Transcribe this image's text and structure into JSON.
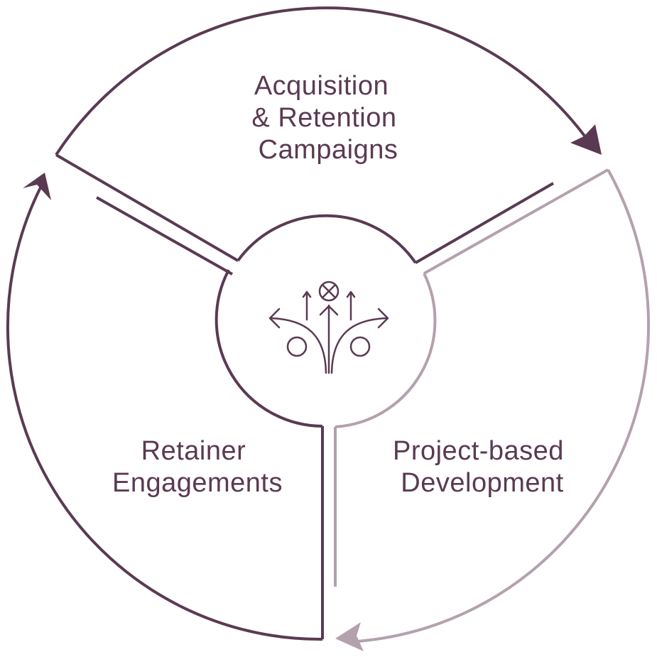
{
  "colors": {
    "dark": "#5a3a52",
    "light": "#b3a1ad",
    "background": "#ffffff"
  },
  "center_icon": "diverging-arrows-strategy-icon",
  "segments": [
    {
      "id": "acquisition",
      "lines": [
        "Acquisition",
        "& Retention",
        "Campaigns"
      ]
    },
    {
      "id": "project",
      "lines": [
        "Project-based",
        "Development"
      ]
    },
    {
      "id": "retainer",
      "lines": [
        "Retainer",
        "Engagements"
      ]
    }
  ]
}
